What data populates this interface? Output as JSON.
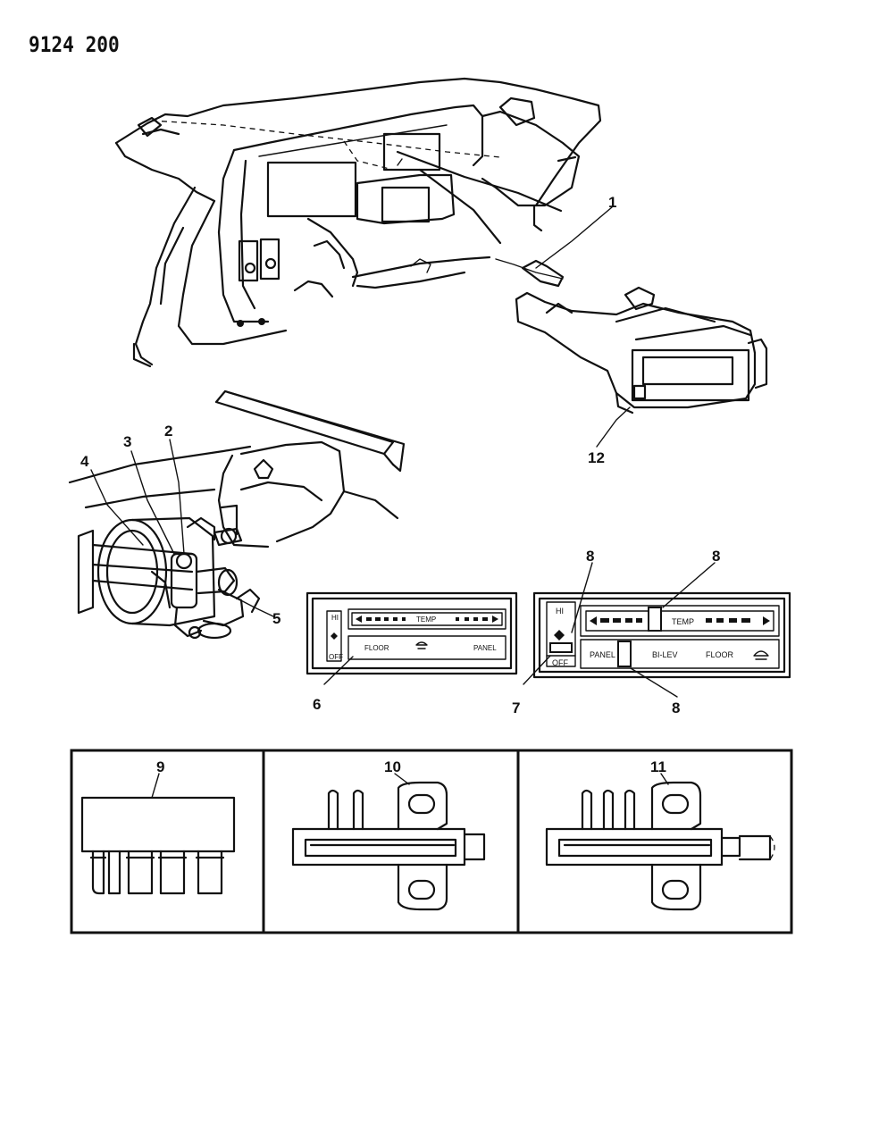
{
  "document_id": "9124 200",
  "callouts": {
    "c1": "1",
    "c2": "2",
    "c3": "3",
    "c4": "4",
    "c5": "5",
    "c6": "6",
    "c7": "7",
    "c8a": "8",
    "c8b": "8",
    "c8c": "8",
    "c9": "9",
    "c10": "10",
    "c11": "11",
    "c12": "12"
  },
  "panel6": {
    "hi": "HI",
    "off": "OFF",
    "temp": "TEMP",
    "floor": "FLOOR",
    "panel": "PANEL"
  },
  "panel7": {
    "hi": "HI",
    "off": "OFF",
    "temp": "TEMP",
    "panel": "PANEL",
    "bilev": "BI-LEV",
    "floor": "FLOOR"
  }
}
